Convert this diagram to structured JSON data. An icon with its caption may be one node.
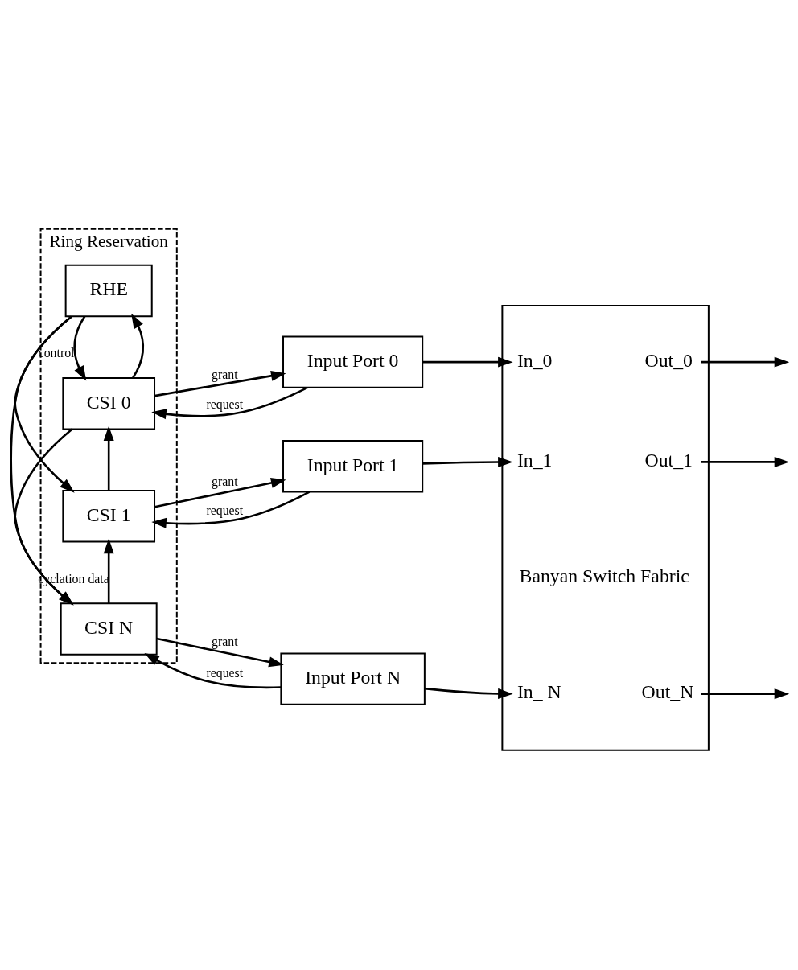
{
  "diagram": {
    "nodes": [
      {
        "text": [
          "Ring Reservation"
        ]
      },
      {
        "text": [
          "RHE"
        ],
        "in": 0
      },
      {
        "text": [
          "CSI 0"
        ],
        "in": 0
      },
      {
        "text": [
          "CSI 1"
        ],
        "in": 0
      },
      {
        "text": [
          "CSI N"
        ],
        "in": 0
      },
      {
        "text": [
          "Input Port 0"
        ]
      },
      {
        "text": [
          "Input Port 1"
        ]
      },
      {
        "text": [
          "Input Port N"
        ]
      },
      {
        "text": [
          "In_0",
          "Out_0",
          "In_1",
          "Out_1",
          "Banyan Switch Fabric",
          "In_ N",
          "Out_N"
        ]
      }
    ],
    "edges": [
      {
        "from": 5,
        "to": 2,
        "arrow": "to",
        "label": "request"
      },
      {
        "from": 2,
        "to": 5,
        "arrow": "to",
        "label": "grant"
      },
      {
        "from": 6,
        "to": 3,
        "arrow": "to",
        "label": "request"
      },
      {
        "from": 3,
        "to": 6,
        "arrow": "to",
        "label": "grant"
      },
      {
        "from": 7,
        "to": 4,
        "arrow": "to",
        "label": "request"
      },
      {
        "from": 4,
        "to": 7,
        "arrow": "to",
        "label": "grant"
      },
      {
        "from": 2,
        "to": 1,
        "arrow": "to"
      },
      {
        "from": 3,
        "to": 2,
        "arrow": "to"
      },
      {
        "from": 4,
        "to": 3,
        "arrow": "to",
        "label": "cyclation data"
      },
      {
        "from": 1,
        "to": 2,
        "arrow": "to",
        "label": "control"
      },
      {
        "from": 1,
        "to": 3,
        "arrow": "to"
      },
      {
        "from": 1,
        "to": 4,
        "arrow": "to"
      },
      {
        "from": 2,
        "to": 4,
        "arrow": "to"
      },
      {
        "from": 5,
        "to": 8,
        "arrow": "to"
      },
      {
        "from": 6,
        "to": 8,
        "arrow": "to"
      },
      {
        "from": 7,
        "to": 8,
        "arrow": "to"
      },
      {
        "from": 8,
        "to": null,
        "arrow": "to"
      },
      {
        "from": 8,
        "to": null,
        "arrow": "to"
      },
      {
        "from": 8,
        "to": null,
        "arrow": "to"
      }
    ]
  }
}
